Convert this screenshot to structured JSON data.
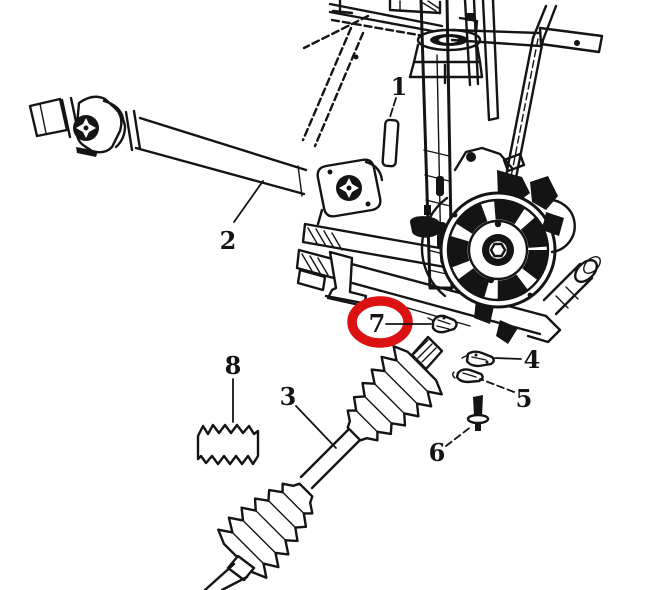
{
  "diagram": {
    "background_color": "#ffffff",
    "line_color": "#141414",
    "highlight": {
      "color": "#dc1111",
      "label": "7"
    },
    "callouts": [
      {
        "label": "1"
      },
      {
        "label": "2"
      },
      {
        "label": "3"
      },
      {
        "label": "4"
      },
      {
        "label": "5"
      },
      {
        "label": "6"
      },
      {
        "label": "7"
      },
      {
        "label": "8"
      }
    ]
  }
}
